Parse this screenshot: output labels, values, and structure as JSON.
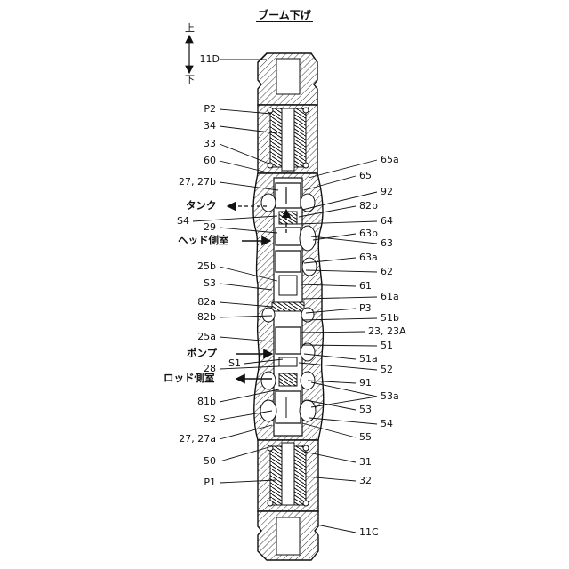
{
  "title": "ブーム下げ",
  "direction": {
    "up": "上",
    "down": "下"
  },
  "flow_labels": {
    "tank": "タンク",
    "head_side": "ヘッド側室",
    "pump": "ポンプ",
    "rod_side": "ロッド側室"
  },
  "left_labels": [
    "11D",
    "P2",
    "34",
    "33",
    "60",
    "27, 27b",
    "S4",
    "29",
    "25b",
    "S3",
    "82a",
    "82b",
    "25a",
    "S1",
    "28",
    "81b",
    "S2",
    "27, 27a",
    "50",
    "P1"
  ],
  "right_labels": [
    "65a",
    "65",
    "92",
    "82b",
    "64",
    "63b",
    "63",
    "63a",
    "62",
    "61",
    "61a",
    "P3",
    "51b",
    "23, 23A",
    "51",
    "51a",
    "52",
    "91",
    "53a",
    "53",
    "54",
    "55",
    "31",
    "32",
    "11C"
  ],
  "colors": {
    "ink": "#111111",
    "hatch": "#333333",
    "paper": "#ffffff"
  }
}
